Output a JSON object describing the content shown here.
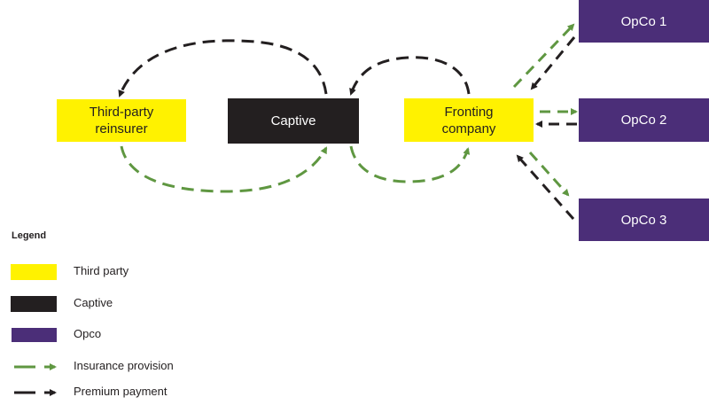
{
  "nodes": {
    "reinsurer": {
      "label_line1": "Third-party",
      "label_line2": "reinsurer",
      "type": "third_party"
    },
    "captive": {
      "label": "Captive",
      "type": "captive"
    },
    "fronting": {
      "label_line1": "Fronting",
      "label_line2": "company",
      "type": "third_party"
    },
    "opco1": {
      "label": "OpCo 1",
      "type": "opco"
    },
    "opco2": {
      "label": "OpCo 2",
      "type": "opco"
    },
    "opco3": {
      "label": "OpCo 3",
      "type": "opco"
    }
  },
  "flows": [
    {
      "from": "Captive",
      "to": "Third-party reinsurer",
      "type": "premium_payment"
    },
    {
      "from": "Third-party reinsurer",
      "to": "Captive",
      "type": "insurance_provision"
    },
    {
      "from": "Fronting company",
      "to": "Captive",
      "type": "premium_payment"
    },
    {
      "from": "Captive",
      "to": "Fronting company",
      "type": "insurance_provision"
    },
    {
      "from": "Fronting company",
      "to": "OpCo 1",
      "type": "insurance_provision"
    },
    {
      "from": "OpCo 1",
      "to": "Fronting company",
      "type": "premium_payment"
    },
    {
      "from": "Fronting company",
      "to": "OpCo 2",
      "type": "insurance_provision"
    },
    {
      "from": "OpCo 2",
      "to": "Fronting company",
      "type": "premium_payment"
    },
    {
      "from": "Fronting company",
      "to": "OpCo 3",
      "type": "insurance_provision"
    },
    {
      "from": "OpCo 3",
      "to": "Fronting company",
      "type": "premium_payment"
    }
  ],
  "legend": {
    "title": "Legend",
    "items": [
      {
        "label": "Third party",
        "color": "#fff200"
      },
      {
        "label": "Captive",
        "color": "#231f20"
      },
      {
        "label": "Opco",
        "color": "#4b2e78"
      },
      {
        "label": "Insurance provision",
        "color": "#5f9741"
      },
      {
        "label": "Premium payment",
        "color": "#231f20"
      }
    ]
  },
  "colors": {
    "third_party": "#fff200",
    "captive": "#231f20",
    "opco": "#4b2e78",
    "insurance_provision": "#5f9741",
    "premium_payment": "#231f20"
  }
}
